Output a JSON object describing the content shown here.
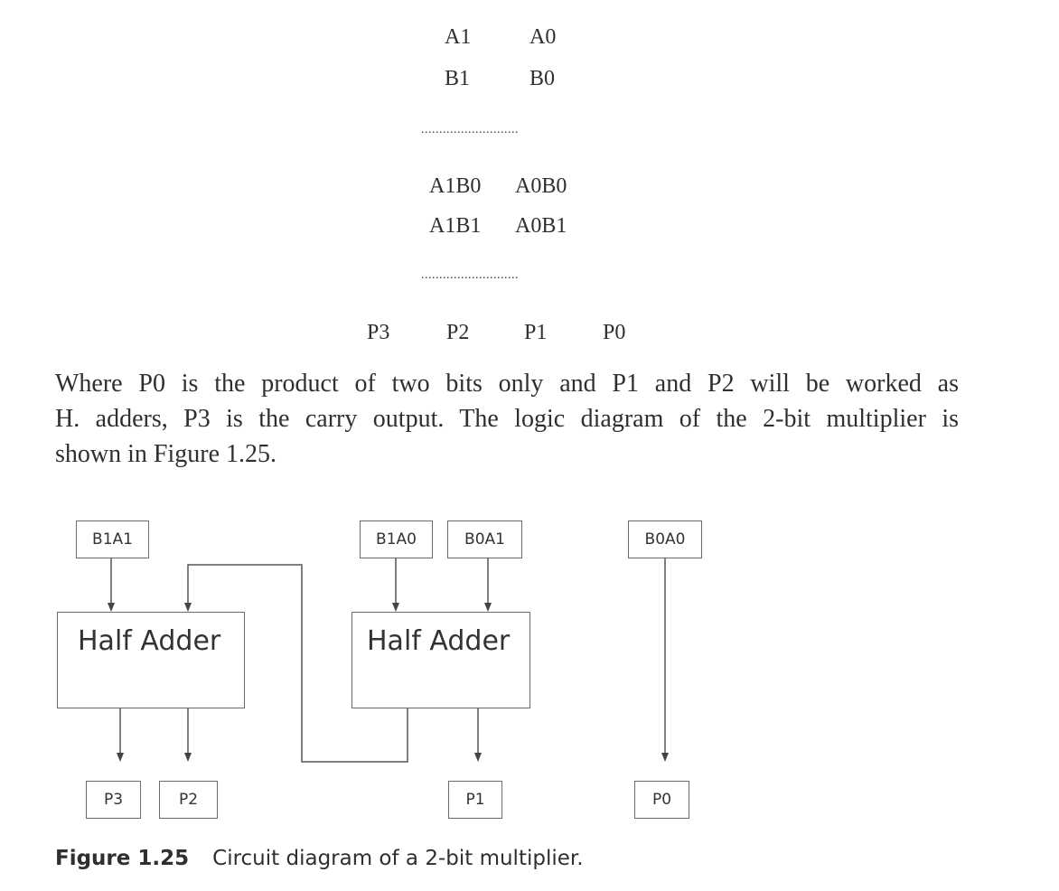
{
  "multiplication": {
    "row_a": [
      "A1",
      "A0"
    ],
    "row_b": [
      "B1",
      "B0"
    ],
    "separator": "...........................",
    "partial_row_1": [
      "A1B0",
      "A0B0"
    ],
    "partial_row_2": [
      "A1B1",
      "A0B1"
    ],
    "result": [
      "P3",
      "P2",
      "P1",
      "P0"
    ]
  },
  "paragraph": {
    "line1": "Where P0 is the product of two bits only and P1 and P2 will be worked as",
    "line2": "H. adders, P3 is the carry output. The logic diagram of the 2-bit multiplier is",
    "line3": "shown in Figure 1.25."
  },
  "diagram": {
    "inputs": {
      "b1a1": "B1A1",
      "b1a0": "B1A0",
      "b0a1": "B0A1",
      "b0a0": "B0A0"
    },
    "half_adder_left": "Half Adder",
    "half_adder_right": "Half Adder",
    "outputs": {
      "p3": "P3",
      "p2": "P2",
      "p1": "P1",
      "p0": "P0"
    }
  },
  "caption": {
    "label": "Figure 1.25",
    "text": "Circuit diagram of a 2-bit multiplier."
  }
}
